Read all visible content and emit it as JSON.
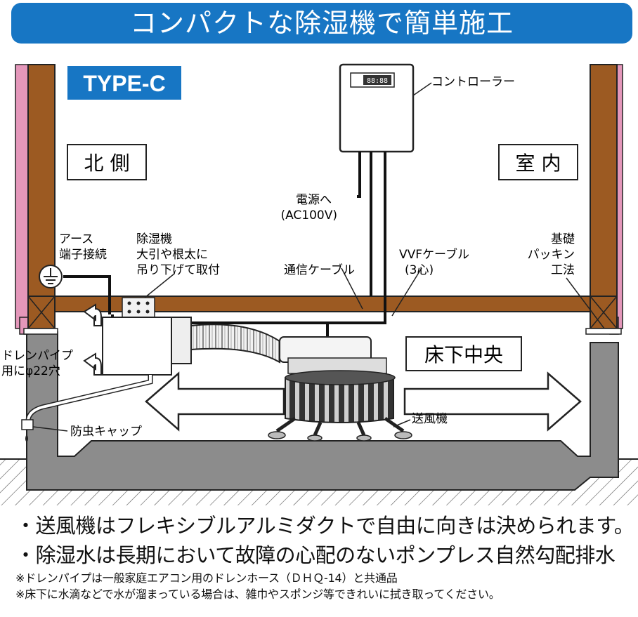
{
  "banner": {
    "title": "コンパクトな除湿機で簡単施工"
  },
  "diagram": {
    "type_badge": "TYPE-C",
    "north_side": "北 側",
    "indoor": "室 内",
    "center": "床下中央",
    "controller_label": "コントローラー",
    "controller_display": "88:88",
    "power_line1": "電源へ",
    "power_line2": "(AC100V)",
    "earth_line1": "アース",
    "earth_line2": "端子接続",
    "dehum_line1": "除湿機",
    "dehum_line2": "大引や根太に",
    "dehum_line3": "吊り下げて取付",
    "comm_cable": "通信ケーブル",
    "vvf_line1": "VVFケーブル",
    "vvf_line2": "(3心)",
    "foundation_line1": "基礎",
    "foundation_line2": "パッキン",
    "foundation_line3": "工法",
    "drain_line1": "ドレンパイプ",
    "drain_line2": "用にφ22穴",
    "insect_cap": "防虫キャップ",
    "blower": "送風機",
    "colors": {
      "banner": "#1776c4",
      "wood": "#9c5a22",
      "concrete": "#8c8c8c",
      "pink": "#e497ba"
    }
  },
  "bullets": [
    "・送風機はフレキシブルアルミダクトで自由に向きは決められます。",
    "・除湿水は長期において故障の心配のないポンプレス自然勾配排水"
  ],
  "notes": [
    "※ドレンパイプは一般家庭エアコン用のドレンホース（ＤＨＱ-14）と共通品",
    "※床下に水滴などで水が溜まっている場合は、雑巾やスポンジ等できれいに拭き取ってください。"
  ]
}
